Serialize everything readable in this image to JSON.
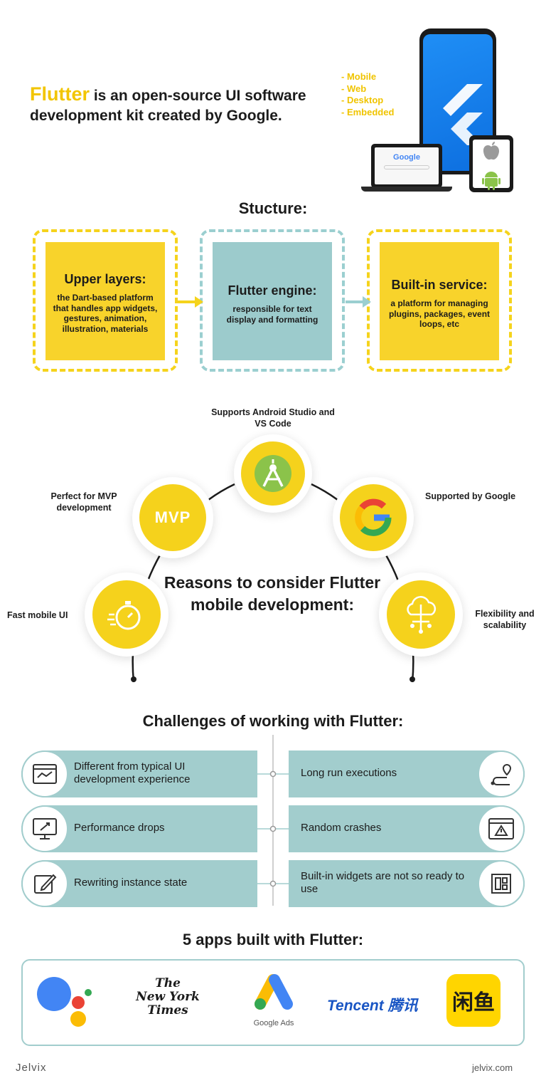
{
  "intro": {
    "brand": "Flutter",
    "text": " is an open-source UI software development kit created by Google."
  },
  "platforms": [
    "- Mobile",
    "- Web",
    "- Desktop",
    "- Embedded"
  ],
  "devices": {
    "laptop_brand": "Google"
  },
  "structure": {
    "title": "Stucture:",
    "cards": [
      {
        "title": "Upper layers:",
        "body": "the Dart-based platform that handles app widgets, gestures, animation, illustration, materials"
      },
      {
        "title": "Flutter engine:",
        "body": "responsible for text display and formatting"
      },
      {
        "title": "Built-in service:",
        "body": "a platform for managing plugins, packages, event loops, etc"
      }
    ]
  },
  "reasons": {
    "title": "Reasons to consider Flutter mobile development:",
    "items": [
      {
        "label": "Supports Android Studio and VS Code",
        "icon": "android-studio-icon"
      },
      {
        "label": "Perfect for MVP development",
        "icon": "mvp-icon",
        "icon_text": "MVP"
      },
      {
        "label": "Supported by Google",
        "icon": "google-g-icon"
      },
      {
        "label": "Fast mobile UI",
        "icon": "stopwatch-icon"
      },
      {
        "label": "Flexibility and scalability",
        "icon": "cloud-network-icon"
      }
    ]
  },
  "challenges": {
    "title": "Challenges of working with Flutter:",
    "left": [
      {
        "text": "Different from typical UI development experience",
        "icon": "browser-window-icon"
      },
      {
        "text": "Performance drops",
        "icon": "monitor-rocket-icon"
      },
      {
        "text": "Rewriting instance state",
        "icon": "edit-pencil-icon"
      }
    ],
    "right": [
      {
        "text": "Long run executions",
        "icon": "route-pin-icon"
      },
      {
        "text": "Random crashes",
        "icon": "warning-window-icon"
      },
      {
        "text": "Built-in widgets are not so ready to use",
        "icon": "layout-widgets-icon"
      }
    ]
  },
  "apps": {
    "title": "5 apps built with Flutter:",
    "logos": [
      {
        "name": "Google Assistant",
        "icon": "google-assistant-logo"
      },
      {
        "name": "The New York Times",
        "icon": "nyt-logo",
        "text": [
          "The",
          "New York",
          "Times"
        ]
      },
      {
        "name": "Google Ads",
        "icon": "google-ads-logo",
        "text": "Google Ads"
      },
      {
        "name": "Tencent",
        "icon": "tencent-logo",
        "text": "Tencent 腾讯"
      },
      {
        "name": "Xianyu",
        "icon": "xianyu-logo",
        "text": "闲鱼"
      }
    ]
  },
  "footer": {
    "left": "Jelvix",
    "right": "jelvix.com"
  },
  "colors": {
    "yellow": "#f8d32b",
    "teal": "#9ccbcc",
    "text": "#1c1c1c"
  }
}
